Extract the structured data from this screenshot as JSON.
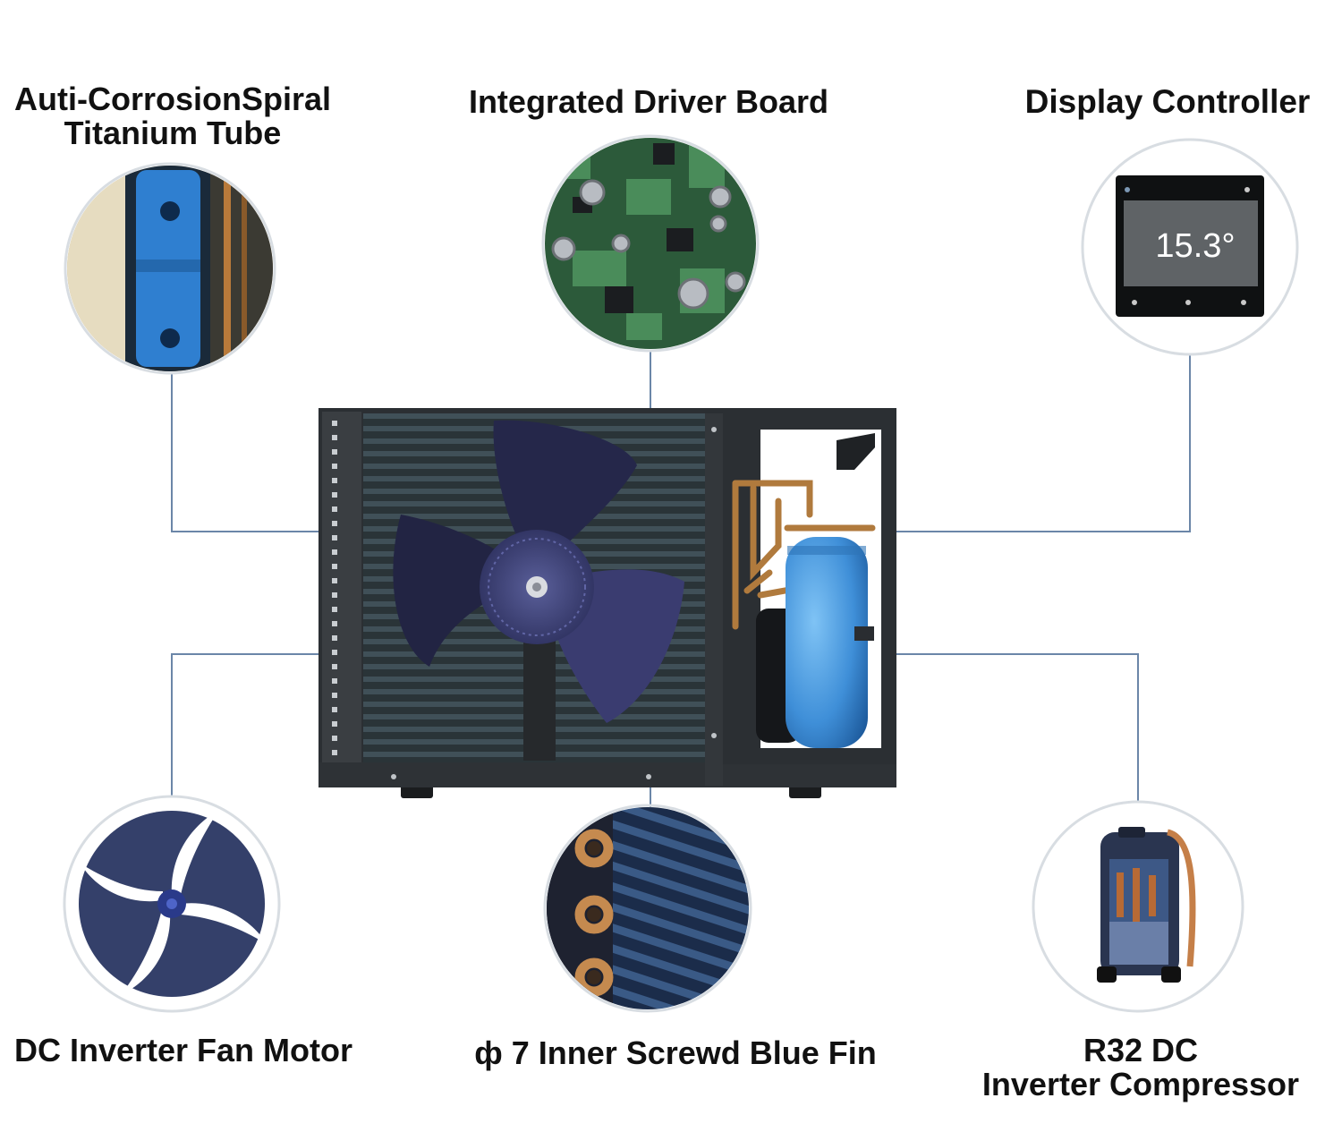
{
  "labels": {
    "titanium_tube": [
      "Auti-CorrosionSpiral",
      "Titanium Tube"
    ],
    "driver_board": "Integrated Driver Board",
    "display_controller": "Display Controller",
    "fan_motor": "DC Inverter Fan Motor",
    "blue_fin": "ф 7 Inner Screwd Blue Fin",
    "compressor": [
      "R32 DC",
      "Inverter Compressor"
    ]
  },
  "display": {
    "reading": "15.3°"
  },
  "colors": {
    "connector_line": "#6b86a8",
    "unit_body": "#2b2f33",
    "fin_stripes": "#38474f",
    "fan_blade": "#2c2e55",
    "compressor_blue": "#3f8fd8",
    "circle_border": "#d8dde2"
  }
}
